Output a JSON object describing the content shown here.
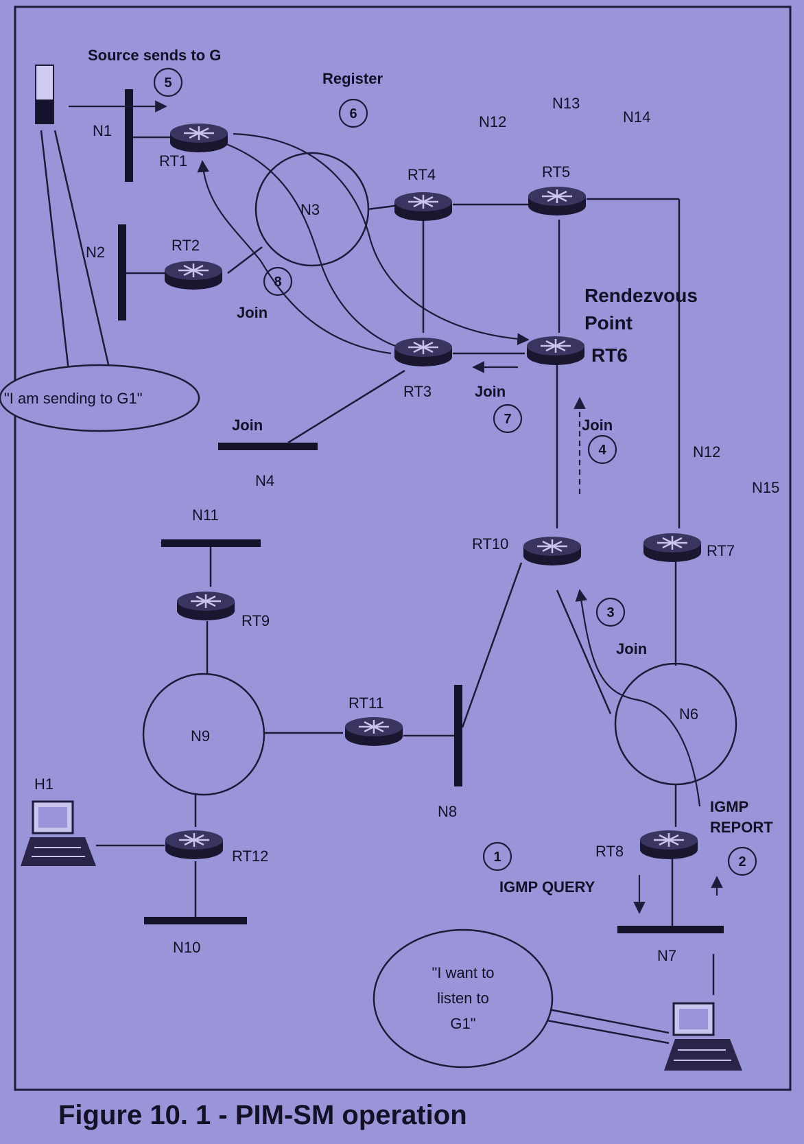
{
  "figure": {
    "caption": "Figure 10. 1 - PIM-SM operation",
    "rendezvous_point_label": "Rendezvous Point",
    "rendezvous_point_line1": "Rendezvous",
    "rendezvous_point_line2": "Point"
  },
  "nodes": {
    "routers": [
      "RT1",
      "RT2",
      "RT3",
      "RT4",
      "RT5",
      "RT6",
      "RT7",
      "RT8",
      "RT9",
      "RT10",
      "RT11",
      "RT12"
    ],
    "networks": [
      "N1",
      "N2",
      "N3",
      "N4",
      "N6",
      "N7",
      "N8",
      "N9",
      "N10",
      "N11",
      "N12",
      "N13",
      "N14",
      "N15"
    ],
    "hosts": [
      "H1"
    ]
  },
  "labels": {
    "n1": "N1",
    "n2": "N2",
    "n3": "N3",
    "n4": "N4",
    "n6": "N6",
    "n7": "N7",
    "n8": "N8",
    "n9": "N9",
    "n10": "N10",
    "n11": "N11",
    "n12_top": "N12",
    "n12_right": "N12",
    "n13": "N13",
    "n14": "N14",
    "n15": "N15",
    "rt1": "RT1",
    "rt2": "RT2",
    "rt3": "RT3",
    "rt4": "RT4",
    "rt5": "RT5",
    "rt6": "RT6",
    "rt7": "RT7",
    "rt8": "RT8",
    "rt9": "RT9",
    "rt10": "RT10",
    "rt11": "RT11",
    "rt12": "RT12",
    "h1": "H1"
  },
  "annotations": {
    "source_sends": "Source sends to G",
    "register": "Register",
    "join": "Join",
    "igmp_query": "IGMP QUERY",
    "igmp_report_line1": "IGMP",
    "igmp_report_line2": "REPORT"
  },
  "steps": {
    "s1": "1",
    "s2": "2",
    "s3": "3",
    "s4": "4",
    "s5": "5",
    "s6": "6",
    "s7": "7",
    "s8": "8"
  },
  "bubbles": {
    "sender": "\"I am sending to G1\"",
    "listener_line1": "\"I want to",
    "listener_line2": "listen to",
    "listener_line3": "G1\""
  }
}
